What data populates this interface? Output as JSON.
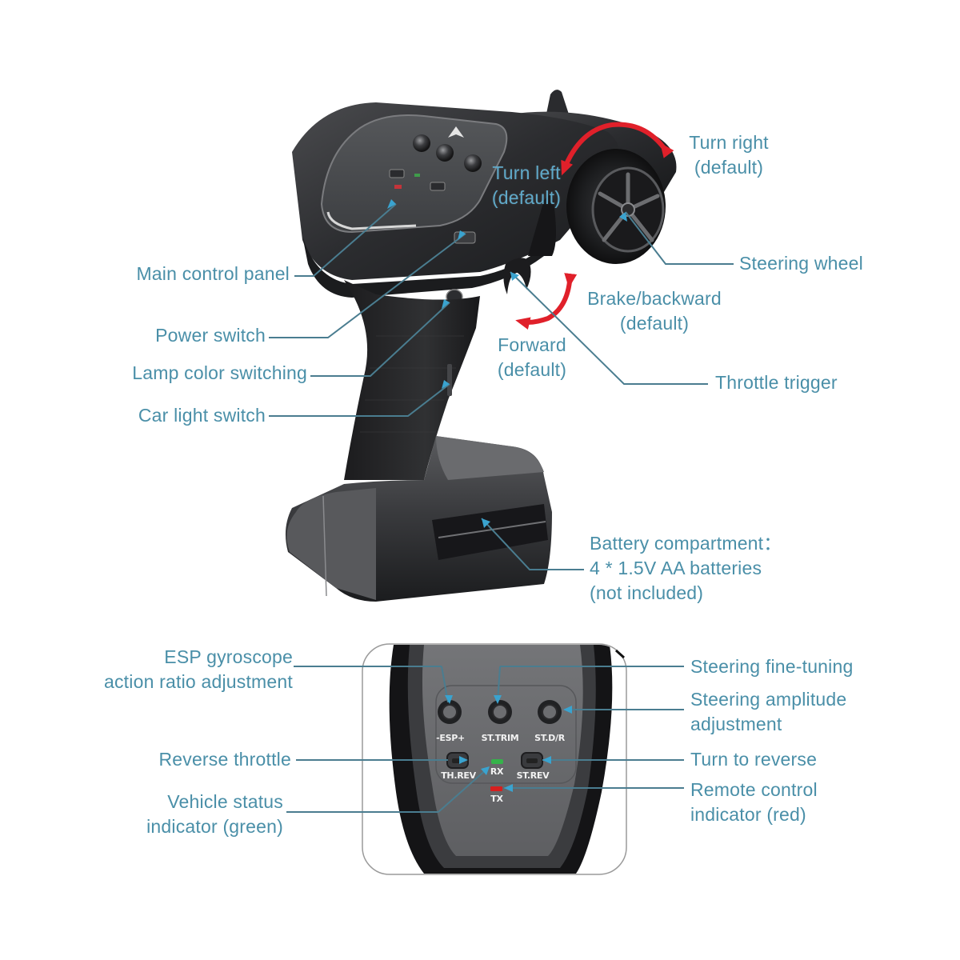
{
  "diagram": {
    "subject": "2.4GHz RC car transmitter (pistol grip remote)",
    "colors": {
      "label_text": "#4a8fa8",
      "leader_line": "#4a7d90",
      "arrow_red": "#e0202a",
      "led_green": "#35b34a",
      "led_red": "#d61f1f",
      "body_dark": "#2a2b2d"
    },
    "top_view": {
      "callouts": [
        {
          "id": "turn_left",
          "lines": [
            "Turn left",
            "(default)"
          ]
        },
        {
          "id": "turn_right",
          "lines": [
            "Turn right",
            "(default)"
          ]
        },
        {
          "id": "main_control_panel",
          "lines": [
            "Main control panel"
          ]
        },
        {
          "id": "steering_wheel",
          "lines": [
            "Steering wheel"
          ]
        },
        {
          "id": "brake_backward",
          "lines": [
            "Brake/backward",
            "(default)"
          ]
        },
        {
          "id": "power_switch",
          "lines": [
            "Power switch"
          ]
        },
        {
          "id": "forward",
          "lines": [
            "Forward",
            "(default)"
          ]
        },
        {
          "id": "lamp_color_switching",
          "lines": [
            "Lamp color switching"
          ]
        },
        {
          "id": "throttle_trigger",
          "lines": [
            "Throttle trigger"
          ]
        },
        {
          "id": "car_light_switch",
          "lines": [
            "Car light switch"
          ]
        },
        {
          "id": "battery_compartment",
          "lines": [
            "Battery compartment：",
            "4 * 1.5V AA batteries",
            "(not included)"
          ]
        }
      ]
    },
    "panel_view": {
      "knob_labels": [
        "-ESP+",
        "ST.TRIM",
        "ST.D/R"
      ],
      "button_labels": [
        "TH.REV",
        "ST.REV"
      ],
      "led_labels": [
        "RX",
        "TX"
      ],
      "callouts": [
        {
          "id": "esp_gyroscope",
          "lines": [
            "ESP gyroscope",
            "action ratio adjustment"
          ]
        },
        {
          "id": "steering_fine_tuning",
          "lines": [
            "Steering fine-tuning"
          ]
        },
        {
          "id": "steering_amplitude",
          "lines": [
            "Steering amplitude",
            "adjustment"
          ]
        },
        {
          "id": "reverse_throttle",
          "lines": [
            "Reverse throttle"
          ]
        },
        {
          "id": "turn_to_reverse",
          "lines": [
            "Turn to reverse"
          ]
        },
        {
          "id": "vehicle_status_indicator",
          "lines": [
            "Vehicle status",
            "indicator (green)"
          ]
        },
        {
          "id": "remote_control_indicator",
          "lines": [
            "Remote control",
            "indicator (red)"
          ]
        }
      ]
    }
  }
}
